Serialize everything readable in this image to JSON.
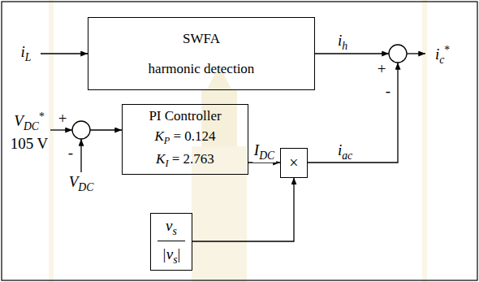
{
  "diagram": {
    "nodes": [
      {
        "text": [
          "SWFA",
          "harmonic detection"
        ]
      },
      {
        "text": [
          "PI Controller",
          "KP = 0.124",
          "KI = 2.763"
        ]
      },
      {
        "text": [
          "×"
        ]
      },
      {
        "text": [
          "vs",
          "|vs|"
        ]
      }
    ],
    "edges": [
      {
        "from": 1,
        "to": 2,
        "arrow": "to",
        "label": "IDC"
      },
      {
        "from": 3,
        "to": 2,
        "arrow": "to"
      }
    ],
    "labels": [
      "iL",
      "ih",
      "+",
      "ic*",
      "-",
      "VDC*",
      "105 V",
      "+",
      "-",
      "VDC",
      "iac"
    ]
  }
}
